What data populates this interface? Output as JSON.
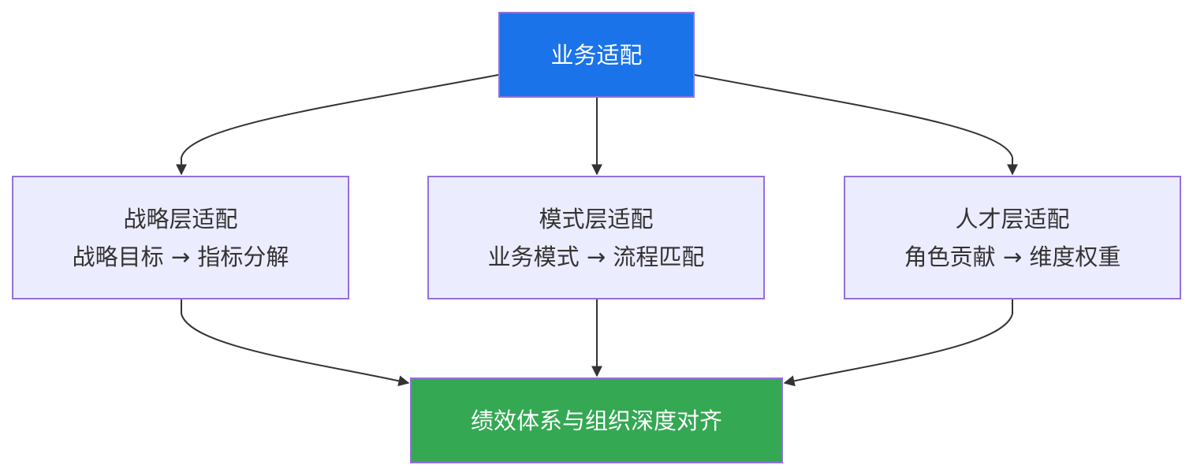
{
  "diagram": {
    "root": {
      "label": "业务适配"
    },
    "layers": [
      {
        "title": "战略层适配",
        "detail": "战略目标 → 指标分解"
      },
      {
        "title": "模式层适配",
        "detail": "业务模式 → 流程匹配"
      },
      {
        "title": "人才层适配",
        "detail": "角色贡献 → 维度权重"
      }
    ],
    "result": {
      "label": "绩效体系与组织深度对齐"
    },
    "colors": {
      "root_fill": "#1a73e8",
      "layer_fill": "#ececff",
      "result_fill": "#34a853",
      "node_border": "#9370db",
      "edge": "#333333",
      "text_dark": "#333333",
      "text_light": "#ffffff"
    }
  }
}
